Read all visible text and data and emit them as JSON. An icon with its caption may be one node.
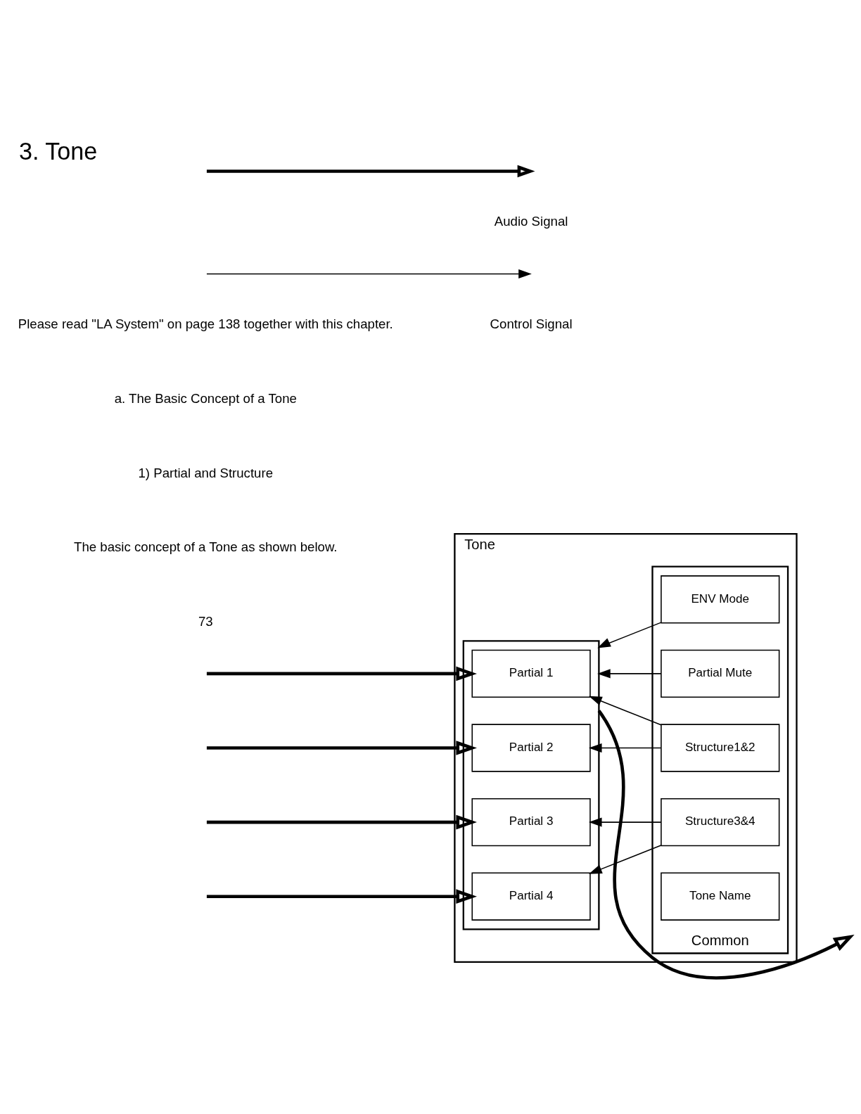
{
  "diagram": {
    "title": "3. Tone",
    "nodes": [
      {
        "text": [
          "Tone"
        ]
      },
      {
        "text": [],
        "shape": "box",
        "in": 0
      },
      {
        "text": [
          "Partial 1"
        ],
        "in": 1
      },
      {
        "text": [
          "Partial 2"
        ],
        "in": 1
      },
      {
        "text": [
          "Partial 3"
        ],
        "in": 1
      },
      {
        "text": [
          "Partial 4"
        ],
        "in": 1
      },
      {
        "text": [
          "Common"
        ],
        "in": 0
      },
      {
        "text": [
          "Structure1&2"
        ],
        "in": 6
      },
      {
        "text": [
          "Partial Mute"
        ],
        "in": 6
      },
      {
        "text": [
          "ENV Mode"
        ],
        "in": 6
      },
      {
        "text": [
          "Structure3&4"
        ],
        "in": 6
      },
      {
        "text": [
          "Tone Name"
        ],
        "in": 6
      }
    ],
    "edges": [
      {
        "from": null,
        "to": 2,
        "arrow": "to",
        "style": "thick"
      },
      {
        "from": null,
        "to": 3,
        "arrow": "to",
        "style": "thick"
      },
      {
        "from": null,
        "to": 4,
        "arrow": "to",
        "style": "thick"
      },
      {
        "from": null,
        "to": 5,
        "arrow": "to",
        "style": "thick"
      },
      {
        "from": 1,
        "to": null,
        "arrow": "to",
        "style": "thick"
      },
      {
        "from": 7,
        "to": 2,
        "arrow": "to"
      },
      {
        "from": 7,
        "to": 3,
        "arrow": "to"
      },
      {
        "from": 8,
        "to": 1,
        "arrow": "to"
      },
      {
        "from": 9,
        "to": 1,
        "arrow": "to"
      },
      {
        "from": 10,
        "to": 4,
        "arrow": "to"
      },
      {
        "from": 10,
        "to": 5,
        "arrow": "to"
      }
    ],
    "labels": [
      "Please read \"LA System\" on page 138 together with this chapter.",
      "a. The Basic Concept of a Tone",
      "1) Partial and Structure",
      "The basic concept of a Tone as shown below.",
      "73"
    ],
    "legend": [
      {
        "text": "Audio Signal"
      },
      {
        "text": "Control Signal"
      }
    ]
  }
}
